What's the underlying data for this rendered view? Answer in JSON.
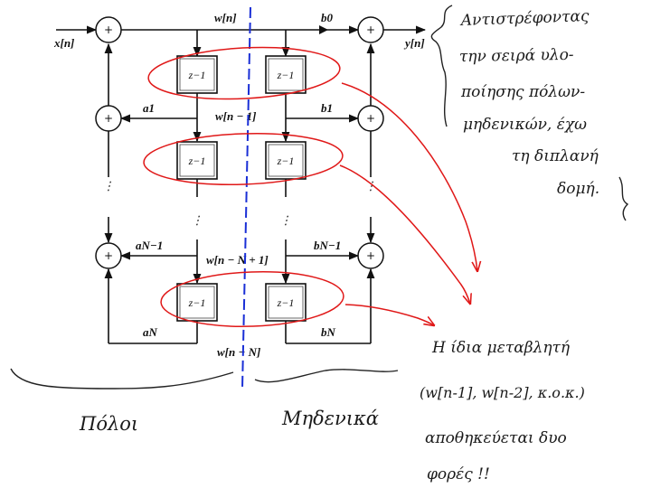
{
  "signals": {
    "x": "x[n]",
    "y": "y[n]",
    "w0": "w[n]",
    "w1": "w[n − 1]",
    "wN1": "w[n − N + 1]",
    "wN": "w[n − N]"
  },
  "coefficients": {
    "a1": "a1",
    "aN1": "aN−1",
    "aN": "aN",
    "b0": "b0",
    "b1": "b1",
    "bN1": "bN−1",
    "bN": "bN"
  },
  "delay_label": "z−1",
  "adder_symbol": "+",
  "ellipsis": "⋮",
  "annotations": {
    "note_lines": [
      "Αντιστρέφοντας",
      "την σειρά υλο-",
      "ποίησης πόλων-",
      "μηδενικών, έχω",
      "τη διπλανή",
      "δομή."
    ],
    "var_lines": [
      "Η ίδια μεταβλητή",
      "(w[n-1], w[n-2], κ.ο.κ.)",
      "αποθηκεύεται δυο",
      "φορές !!"
    ],
    "poles": "Πόλοι",
    "zeros": "Μηδενικά"
  },
  "colors": {
    "ink": "#111111",
    "highlight_red": "#e01818",
    "divider_blue": "#1a2fd6"
  }
}
